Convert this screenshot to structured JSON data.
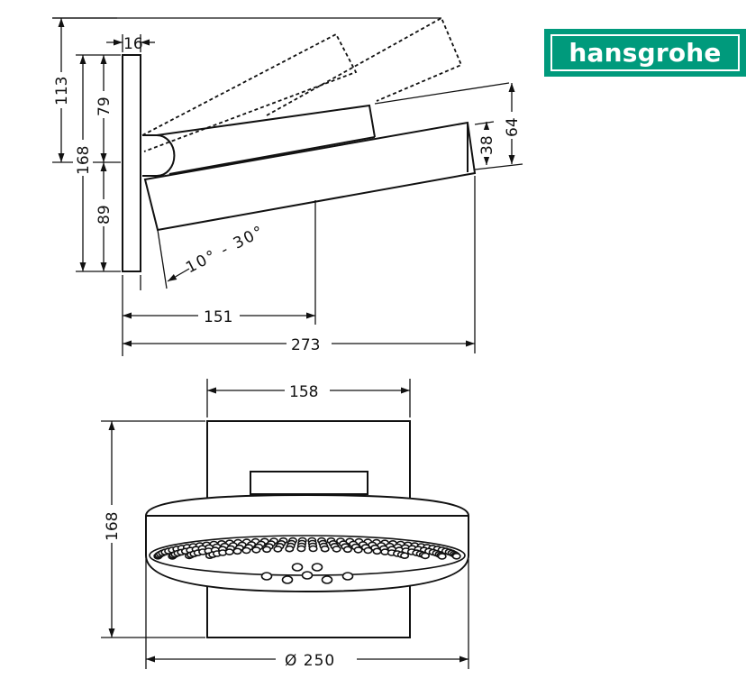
{
  "brand": {
    "name": "hansgrohe",
    "color": "#009a7c"
  },
  "side_view": {
    "dim_wall_thickness": "16",
    "dim_top_to_axis": "113",
    "dim_plate_top": "79",
    "dim_plate_bottom": "89",
    "dim_plate_height": "168",
    "dim_head_rim": "38",
    "dim_head_height": "64",
    "dim_arm_reach": "151",
    "dim_total_projection": "273",
    "angle_range": "10° - 30°"
  },
  "front_view": {
    "dim_plate_width": "158",
    "dim_plate_height": "168",
    "dim_head_diameter": "Ø 250"
  }
}
